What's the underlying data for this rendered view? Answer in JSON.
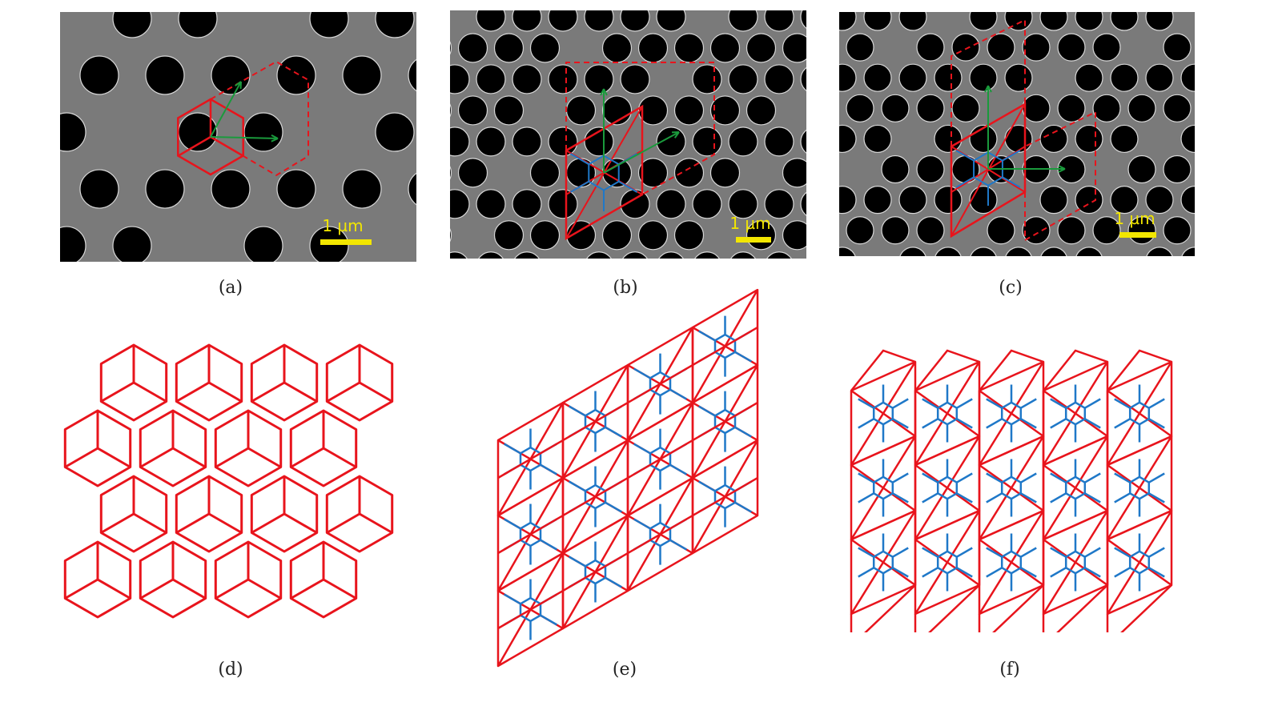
{
  "figure": {
    "panels": [
      {
        "id": "a",
        "caption": "(a)",
        "scale_label": "1 µm",
        "kind": "sem"
      },
      {
        "id": "b",
        "caption": "(b)",
        "scale_label": "1 µm",
        "kind": "sem"
      },
      {
        "id": "c",
        "caption": "(c)",
        "scale_label": "1 µm",
        "kind": "sem"
      },
      {
        "id": "d",
        "caption": "(d)",
        "kind": "lattice-drawing"
      },
      {
        "id": "e",
        "caption": "(e)",
        "kind": "lattice-drawing"
      },
      {
        "id": "f",
        "caption": "(f)",
        "kind": "lattice-drawing"
      }
    ],
    "colors": {
      "unit_cell": "#e8141c",
      "inner_bonds": "#1f78c8",
      "vectors": "#1a9a3c",
      "scale_bar": "#f2e600",
      "sem_background": "#7a7a7a",
      "holes": "#000000"
    }
  }
}
